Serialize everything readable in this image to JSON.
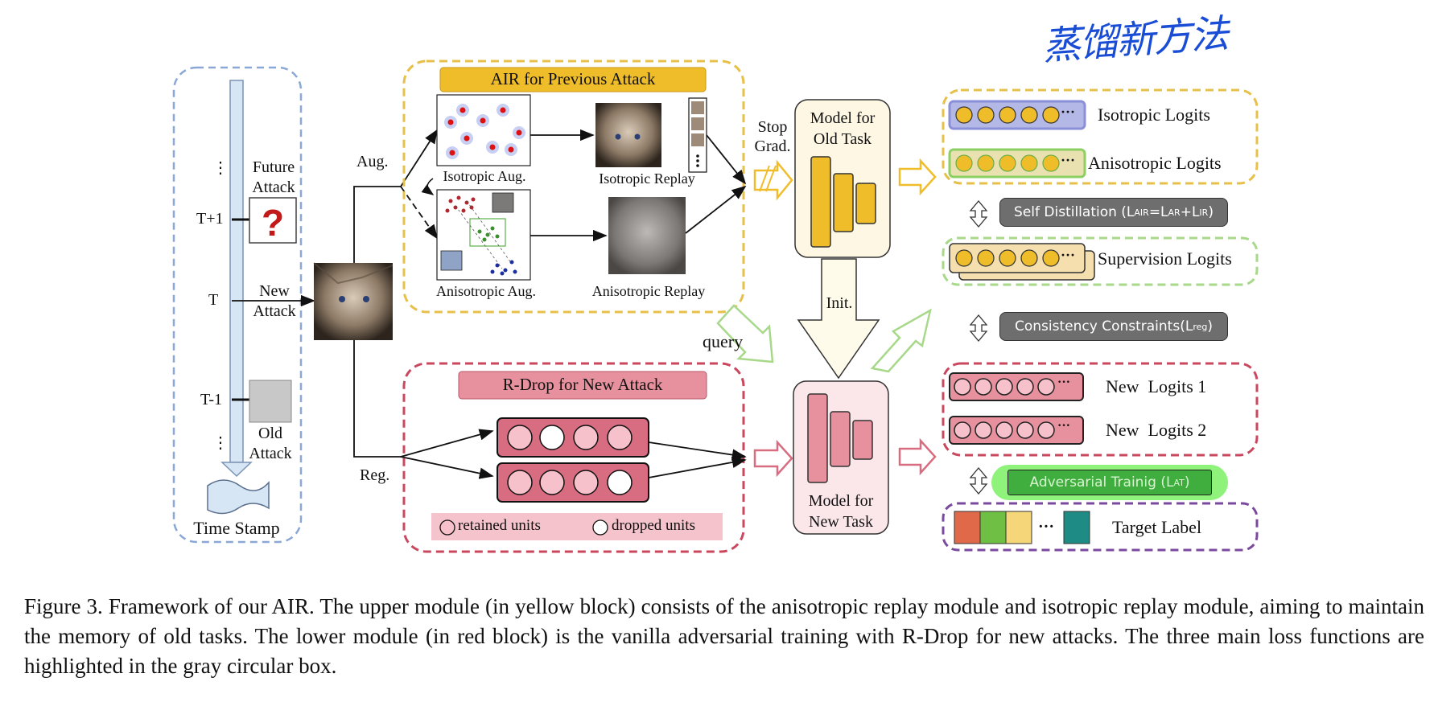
{
  "figure": {
    "timeline": {
      "labels": [
        "⋮",
        "T+1",
        "T",
        "T-1",
        "⋮"
      ],
      "future_attack": "Future\nAttack",
      "future_icon": "question-mark",
      "new_attack": "New\nAttack",
      "old_attack": "Old\nAttack",
      "time_stamp": "Time Stamp"
    },
    "branches": {
      "aug": "Aug.",
      "reg": "Reg."
    },
    "air_block": {
      "title": "AIR for Previous Attack",
      "isotropic_aug": "Isotropic Aug.",
      "anisotropic_aug": "Anisotropic Aug.",
      "isotropic_replay": "Isotropic Replay",
      "anisotropic_replay": "Anisotropic Replay"
    },
    "stop_grad": "Stop\nGrad.",
    "old_model": "Model for\nOld Task",
    "init": "Init.",
    "query": "query",
    "new_model": "Model for\nNew Task",
    "rdrop_block": {
      "title": "R-Drop for New Attack",
      "retained": "retained units",
      "dropped": "dropped units"
    },
    "outputs": {
      "isotropic_logits": "Isotropic Logits",
      "anisotropic_logits": "Anisotropic Logits",
      "self_distillation": "Self Distillation (L",
      "self_distillation_sub1": "AIR",
      "self_distillation_eq": " =L",
      "self_distillation_sub2": "AR",
      "self_distillation_plus": "+L",
      "self_distillation_sub3": "IR",
      "self_distillation_end": ")",
      "supervision_logits": "Supervision Logits",
      "consistency": "Consistency Constraints(L",
      "consistency_sub": "reg",
      "consistency_end": ")",
      "new_logits_1": "New  Logits 1",
      "new_logits_2": "New  Logits 2",
      "adversarial": "Adversarial Trainig (L",
      "adversarial_sub": "AT",
      "adversarial_end": ")",
      "ellipsis": "···",
      "target_label": "Target Label"
    },
    "handwritten_note": "蒸馏新方法"
  },
  "caption": "Figure 3.  Framework of our AIR. The upper module (in yellow block) consists of the anisotropic replay module and isotropic replay module, aiming to maintain the memory of old tasks. The lower module (in red block) is the vanilla adversarial training with R-Drop for new attacks. The three main loss functions are highlighted in the gray circular box.",
  "colors": {
    "yellow": "#f0bd2a",
    "yellow_border": "#e6c04a",
    "red": "#e8919e",
    "red_border": "#c9485f",
    "green": "#a8d88a",
    "blue_dash": "#8aa7d6",
    "gray_pill": "#6e6e6e",
    "green_pill": "#3fae3f"
  }
}
